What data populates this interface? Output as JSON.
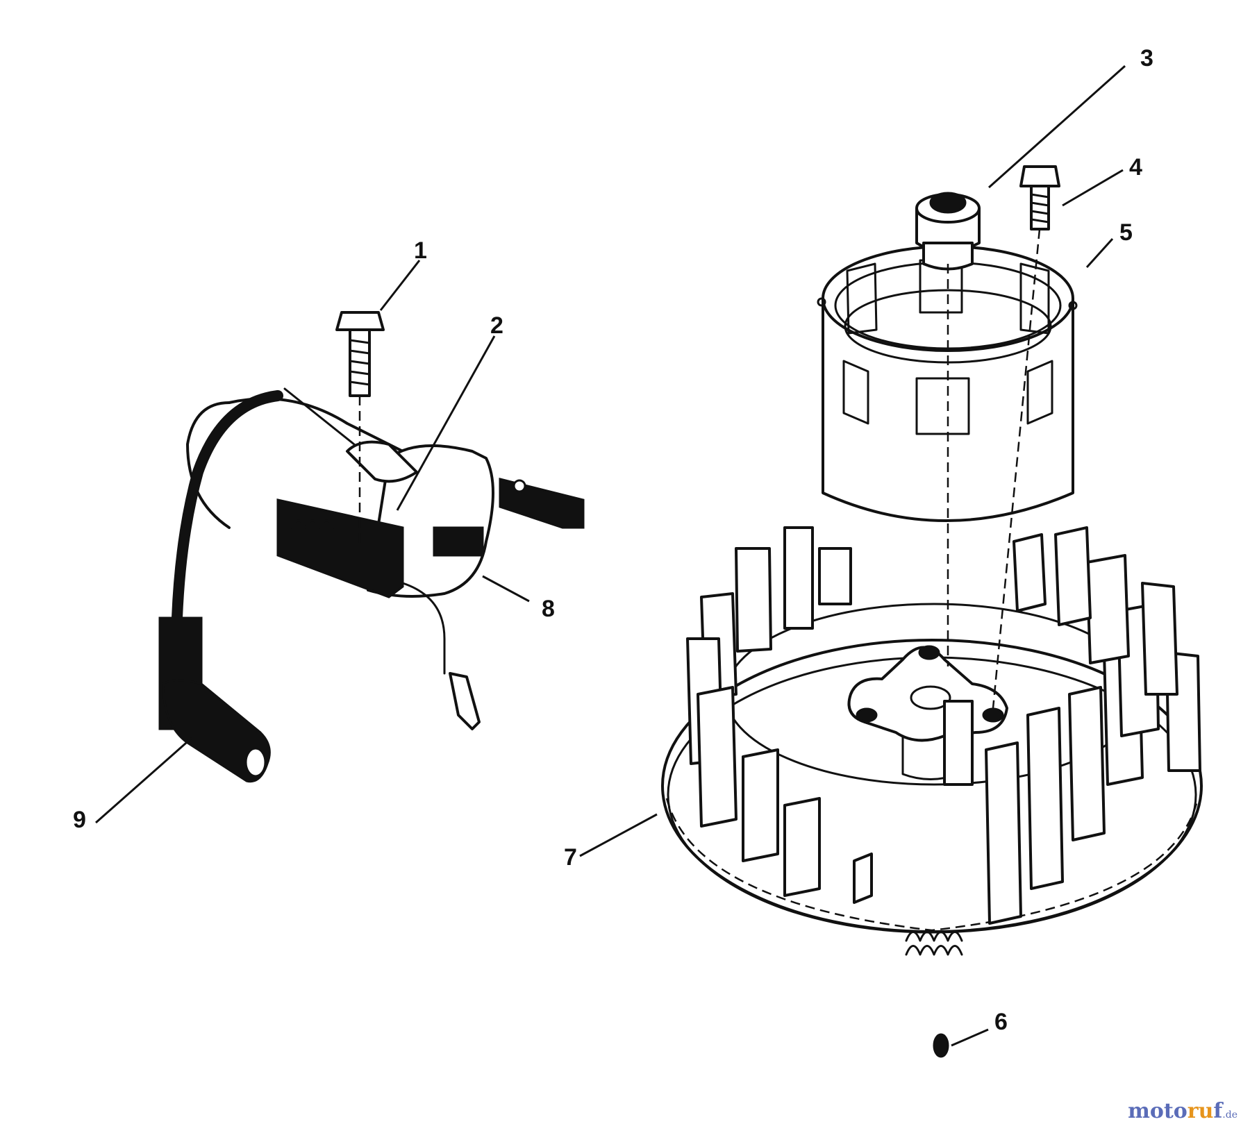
{
  "callouts": {
    "c1": "1",
    "c2": "2",
    "c3": "3",
    "c4": "4",
    "c5": "5",
    "c6": "6",
    "c7": "7",
    "c8": "8",
    "c9": "9"
  },
  "watermark": {
    "part1": "moto",
    "part2": "ru",
    "part3": "f",
    "suffix": ".de"
  },
  "colors": {
    "line": "#111111",
    "watermark_blue": "#5a6cb8",
    "watermark_orange": "#e6941c"
  }
}
